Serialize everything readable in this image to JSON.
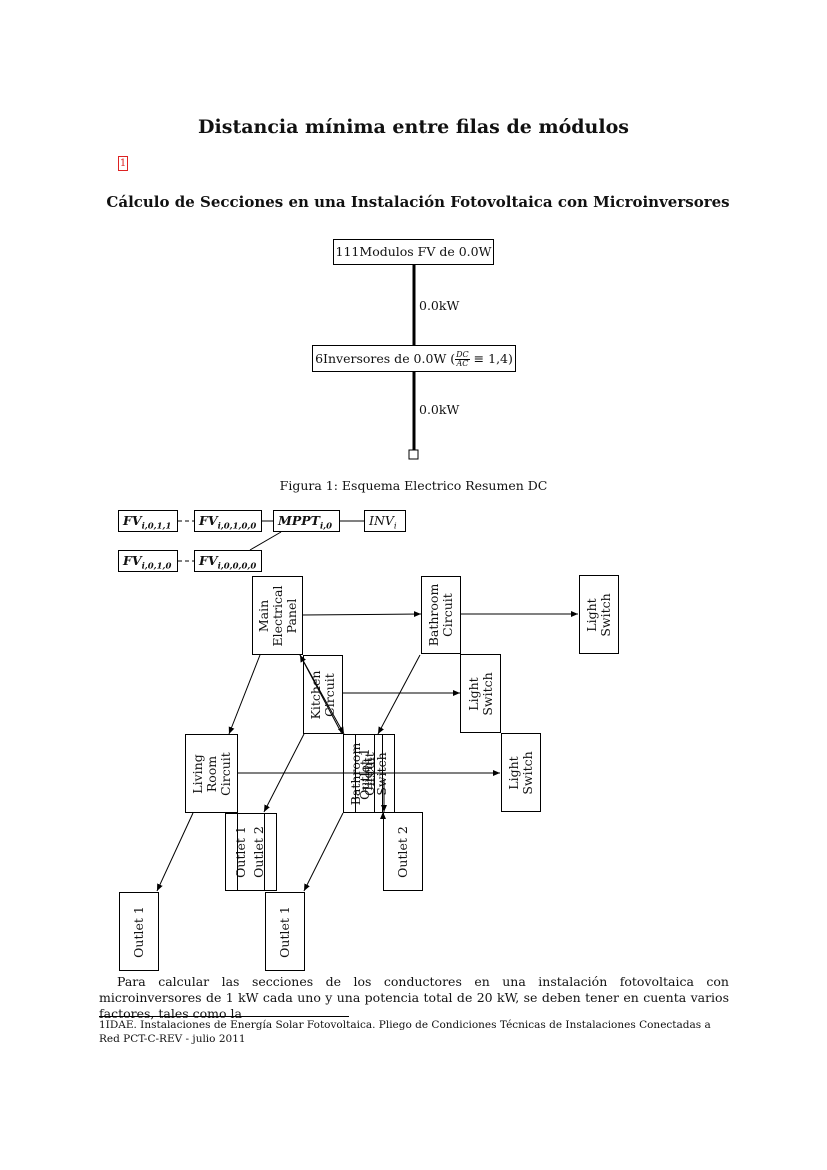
{
  "page": {
    "title": "Distancia mínima entre filas de módulos",
    "footnote_ref": "1",
    "subtitle": "Cálculo de Secciones en una Instalación Fotovoltaica con Microinversores"
  },
  "summary_diagram": {
    "modules_box": "111Modulos FV de 0.0W",
    "power_label_1": "0.0kW",
    "inverters_box": "6Inversores de 0.0W (",
    "ratio_num": "DC",
    "ratio_den": "AC",
    "ratio_value": "≡ 1,4)",
    "power_label_2": "0.0kW",
    "caption": "Figura 1: Esquema Electrico Resumen DC"
  },
  "string_diagram": {
    "fv_1": {
      "base": "FV",
      "sub": "i,0,1,1"
    },
    "fv_2": {
      "base": "FV",
      "sub": "i,0,1,0,0"
    },
    "mppt": {
      "base": "MPPT",
      "sub": "i,0"
    },
    "inv": {
      "base": "INV",
      "sub": "i"
    },
    "fv_3": {
      "base": "FV",
      "sub": "i,0,1,0"
    },
    "fv_4": {
      "base": "FV",
      "sub": "i,0,0,0,0"
    }
  },
  "circuit_diagram": {
    "main_panel": "Main\nElectrical\nPanel",
    "bathroom_top": "Bathroom\nCircuit",
    "light_switch_1": "Light\nSwitch",
    "kitchen": "Kitchen\nCircuit",
    "light_switch_2": "Light\nSwitch",
    "living_room": "Living\nRoom\nCircuit",
    "bathroom_mid": "Bathroom\nCircuit",
    "outlet_1_overlap": "Outlet 1",
    "light_switch_overlap": "Light\nSwitch",
    "light_switch_3": "Light\nSwitch",
    "outlet_1_mid": "Outlet 1",
    "outlet_2_mid": "Outlet 2",
    "outlet_2_right": "Outlet 2",
    "outlet_1_left": "Outlet 1",
    "outlet_1_bottom": "Outlet 1"
  },
  "body": {
    "paragraph": "Para calcular las secciones de los conductores en una instalación fotovoltaica con microinversores de 1 kW cada uno y una potencia total de 20 kW, se deben tener en cuenta varios factores, tales como la",
    "footnote": "1IDAE. Instalaciones de Energía Solar Fotovoltaica. Pliego de Condiciones Técnicas de Instalaciones Conectadas a Red PCT-C-REV - julio 2011"
  }
}
